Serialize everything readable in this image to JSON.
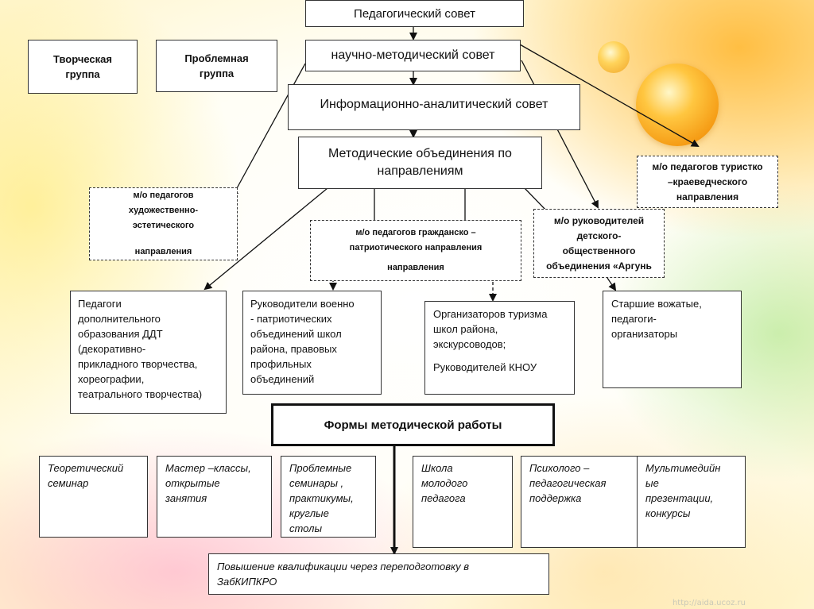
{
  "nodes": {
    "ped_sovet": "Педагогический совет",
    "tvorch": [
      "Творческая",
      "группа"
    ],
    "problem": [
      "Проблемная",
      "группа"
    ],
    "nauchno": "научно-методический совет",
    "inform": "Информационно-аналитический совет",
    "metod_obed": [
      "Методические объединения по",
      "направлениям"
    ],
    "mo_turist": [
      "м/о педагогов туристко",
      "–краеведческого",
      "направления"
    ],
    "mo_hud": [
      "м/о педагогов",
      "художественно-",
      "эстетического",
      "",
      "направления"
    ],
    "mo_grazh": [
      "м/о педагогов  гражданско –",
      "патриотического направления",
      "",
      "направления"
    ],
    "mo_rukov": [
      "м/о руководителей",
      "детского-",
      "общественного",
      "объединения «Аргунь"
    ],
    "pedagogi_dop": [
      "Педагоги",
      "дополнительного",
      "образования ДДТ",
      "(декоративно-",
      "прикладного творчества,",
      "хореографии,",
      "театрального творчества)"
    ],
    "rukov_voen": [
      "Руководители военно",
      "- патриотических",
      "объединений школ",
      "района, правовых",
      "профильных",
      "объединений"
    ],
    "organiz": [
      "Организаторов туризма",
      "школ района,",
      "экскурсоводов;",
      "",
      "Руководителей КНОУ"
    ],
    "starshie": [
      "Старшие вожатые,",
      "педагоги-",
      "организаторы"
    ],
    "formy": "Формы  методической работы",
    "forms": [
      [
        "Теоретический",
        "семинар"
      ],
      [
        "Мастер –классы,",
        "открытые",
        "занятия"
      ],
      [
        "Проблемные",
        "семинары ,",
        "практикумы,",
        "круглые",
        "столы"
      ],
      [
        "Школа",
        "молодого",
        "педагога"
      ],
      [
        "Психолого –",
        "педагогическая",
        "поддержка"
      ],
      [
        "Мультимедийн",
        "ые",
        "презентации,",
        "конкурсы"
      ]
    ],
    "povyshenie": [
      "Повышение квалификации через переподготовку в",
      "ЗабКИПКРО"
    ]
  },
  "watermark": "http://aida.ucoz.ru"
}
